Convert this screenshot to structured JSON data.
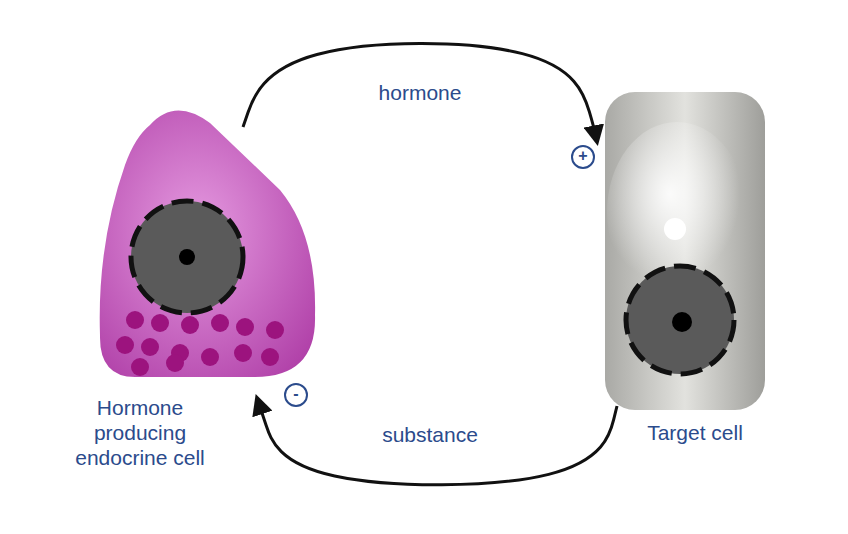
{
  "diagram": {
    "nodes": [
      {
        "text": [
          "Hormone producing endocrine cell"
        ]
      },
      {
        "text": [
          "Target cell"
        ]
      }
    ],
    "edges": [
      {
        "from": 0,
        "to": 1,
        "arrow": "to",
        "label": "hormone"
      },
      {
        "from": 1,
        "to": 0,
        "arrow": "to",
        "label": "substance"
      }
    ],
    "labels": [
      "+",
      "-"
    ]
  }
}
